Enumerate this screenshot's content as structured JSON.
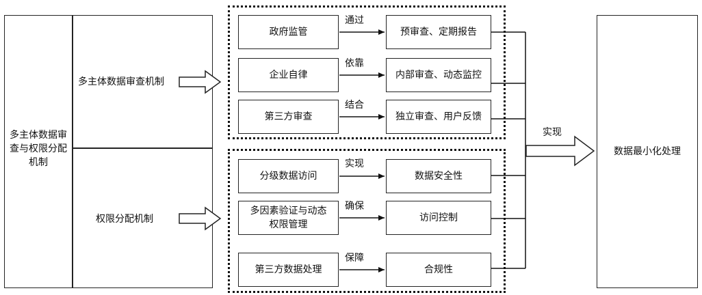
{
  "left": {
    "main": "多主体数据审查与权限分配机制",
    "top_sub": "多主体数据审查机制",
    "bottom_sub": "权限分配机制"
  },
  "top_group": [
    {
      "actor": "政府监管",
      "verb": "通过",
      "result": "预审查、定期报告"
    },
    {
      "actor": "企业自律",
      "verb": "依靠",
      "result": "内部审查、动态监控"
    },
    {
      "actor": "第三方审查",
      "verb": "结合",
      "result": "独立审查、用户反馈"
    }
  ],
  "bottom_group": [
    {
      "actor": "分级数据访问",
      "verb": "实现",
      "result": "数据安全性"
    },
    {
      "actor": "多因素验证与动态权限管理",
      "verb": "确保",
      "result": "访问控制"
    },
    {
      "actor": "第三方数据处理",
      "verb": "保障",
      "result": "合规性"
    }
  ],
  "final": {
    "verb": "实现",
    "result": "数据最小化处理"
  }
}
